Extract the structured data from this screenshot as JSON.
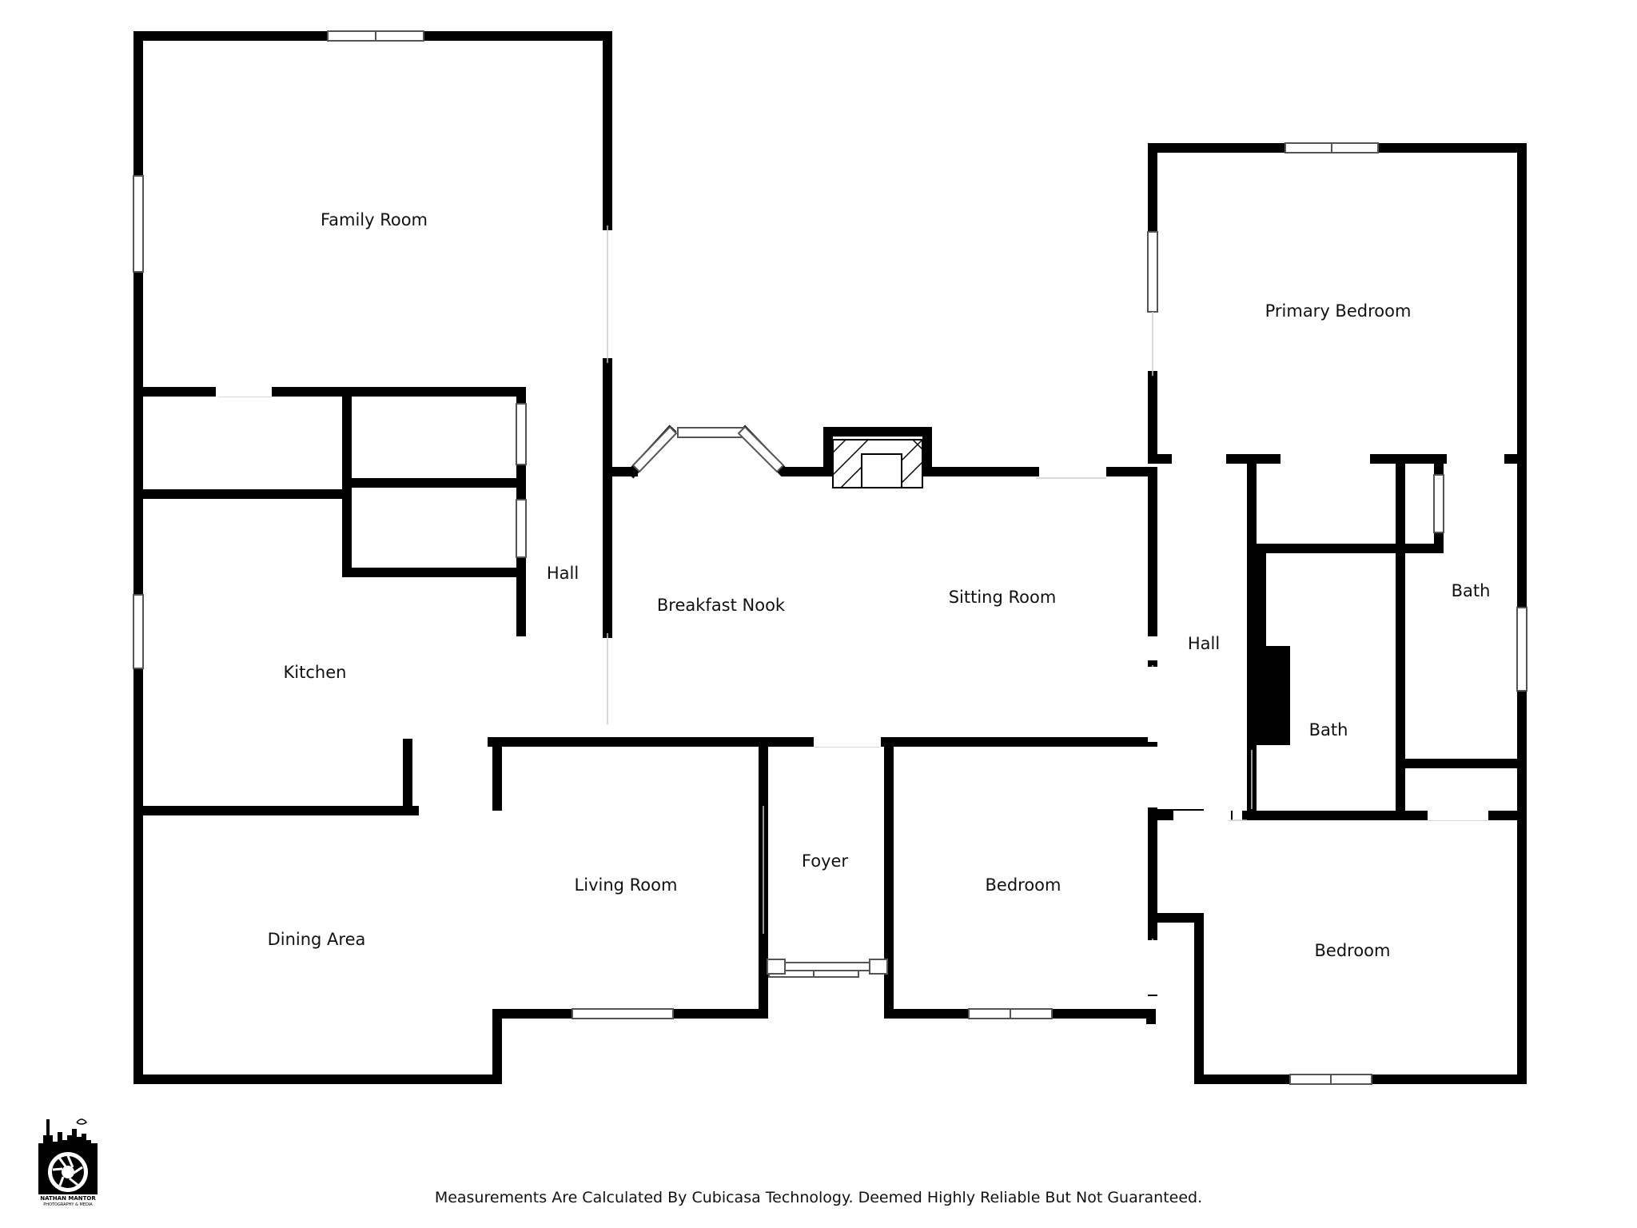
{
  "rooms": {
    "family_room": "Family Room",
    "hall_left": "Hall",
    "kitchen": "Kitchen",
    "breakfast_nook": "Breakfast Nook",
    "sitting_room": "Sitting Room",
    "primary_bedroom": "Primary Bedroom",
    "hall_right": "Hall",
    "bath_upper": "Bath",
    "bath_lower": "Bath",
    "living_room": "Living Room",
    "foyer": "Foyer",
    "dining_area": "Dining Area",
    "bedroom_center": "Bedroom",
    "bedroom_right": "Bedroom"
  },
  "footer": {
    "disclaimer": "Measurements Are Calculated By Cubicasa Technology. Deemed Highly Reliable But Not Guaranteed."
  },
  "logo": {
    "icon": "camera-aperture-skyline-logo",
    "line1": "NATHAN MANTOR",
    "line2": "PHOTOGRAPHY & MEDIA"
  },
  "colors": {
    "wall": "#000000",
    "background": "#ffffff",
    "window_frame": "#444444"
  }
}
